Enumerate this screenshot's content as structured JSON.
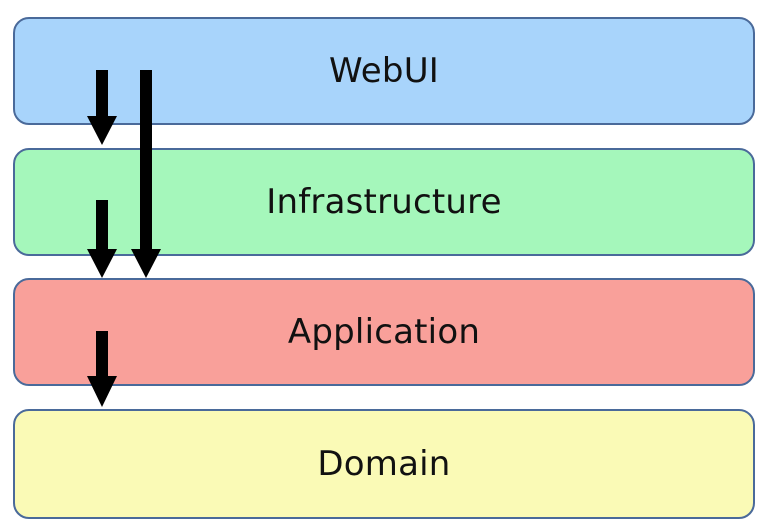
{
  "layers": [
    {
      "key": "webui",
      "label": "WebUI",
      "color": "#a8d4fb"
    },
    {
      "key": "infrastructure",
      "label": "Infrastructure",
      "color": "#a5f7bb"
    },
    {
      "key": "application",
      "label": "Application",
      "color": "#f9a09a"
    },
    {
      "key": "domain",
      "label": "Domain",
      "color": "#fafab6"
    }
  ],
  "border_color": "#4a6a9a",
  "arrow_color": "#000000",
  "dependencies": [
    {
      "from": "WebUI",
      "to": "Infrastructure"
    },
    {
      "from": "WebUI",
      "to": "Application"
    },
    {
      "from": "Infrastructure",
      "to": "Application"
    },
    {
      "from": "Application",
      "to": "Domain"
    }
  ]
}
